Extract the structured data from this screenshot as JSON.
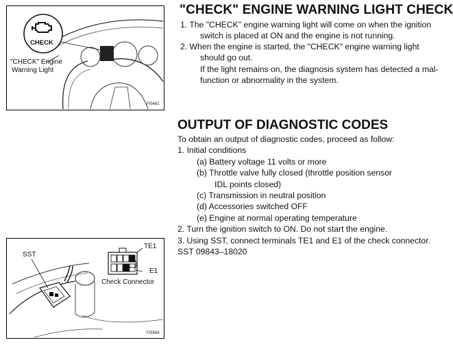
{
  "figure1": {
    "icon_label": "CHECK",
    "caption_line1": "\"CHECK\" Engine",
    "caption_line2": "Warning Light",
    "figure_id": "FI5481"
  },
  "figure2": {
    "label_sst": "SST",
    "label_te1": "TE1",
    "label_e1": "E1",
    "caption": "Check Connector",
    "figure_id": "FI5566"
  },
  "section1": {
    "heading": "\"CHECK\" ENGINE WARNING LIGHT CHECK",
    "lines": [
      "1. The \"CHECK\" engine warning light will come on when the ignition",
      "switch is placed at ON and the engine is not running.",
      "2. When the engine is started, the \"CHECK\" engine warning light",
      "should go out.",
      "If the light remains on, the diagnosis system has detected a mal-",
      "function or abnormality in the system."
    ]
  },
  "section2": {
    "heading": "OUTPUT OF DIAGNOSTIC CODES",
    "lines": [
      "To obtain an output of diagnostic codes, proceed as follow:",
      "1. Initial conditions",
      "(a) Battery voltage 11 volts or more",
      "(b) Throttle valve fully closed (throttle position sensor",
      "IDL points closed)",
      "(c) Transmission in neutral position",
      "(d) Accessories switched OFF",
      "(e) Engine at normal operating temperature",
      "2. Turn the ignition switch to ON. Do not start the engine.",
      "3. Using SST, connect terminals TE1 and E1 of the check connector.",
      "SST 09843–18020"
    ]
  }
}
